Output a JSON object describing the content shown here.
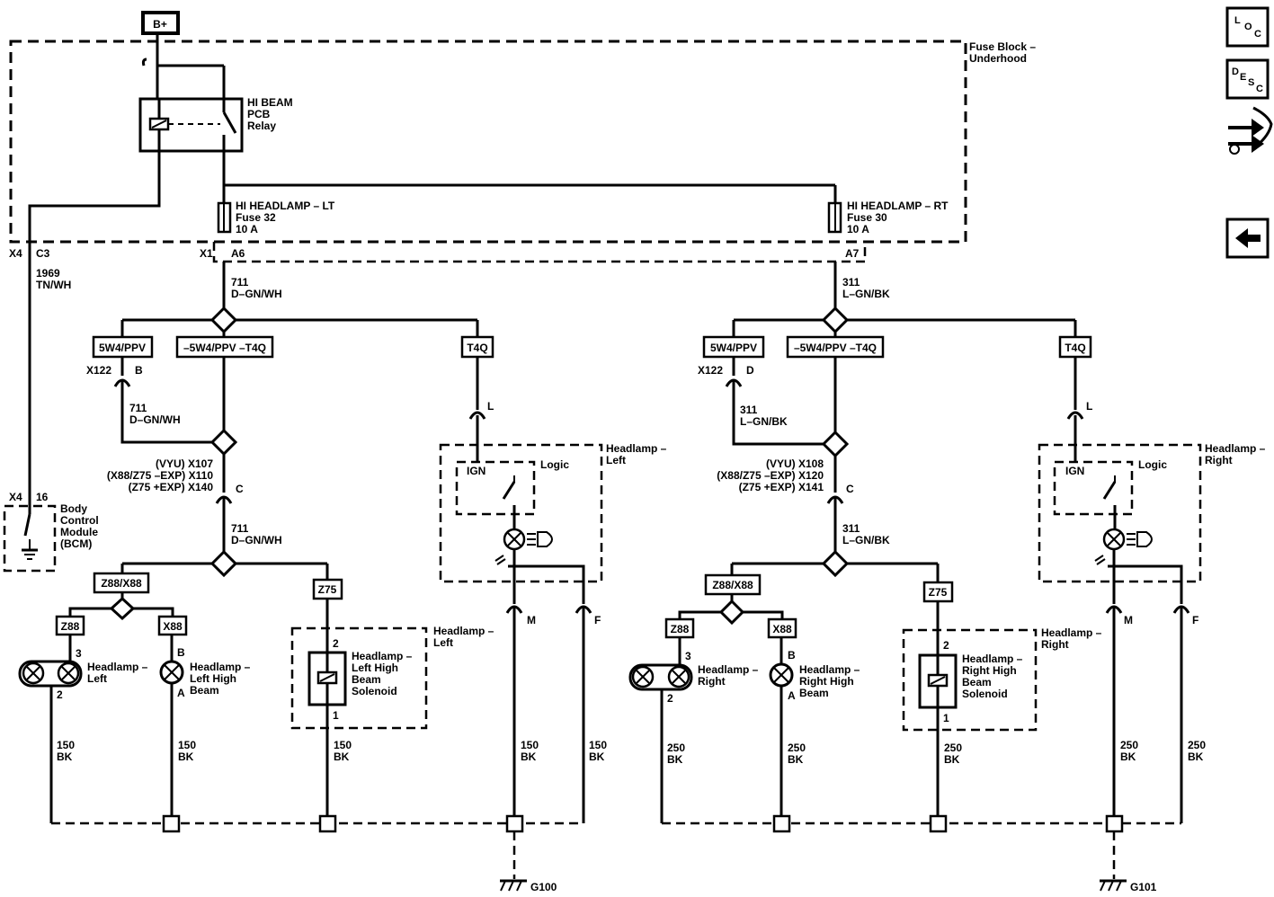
{
  "power": {
    "label": "B+"
  },
  "nav": {
    "loc_letters": [
      "L",
      "O",
      "C"
    ],
    "desc_letters": [
      "D",
      "E",
      "S",
      "C"
    ]
  },
  "fuse_block": {
    "label_line1": "Fuse Block –",
    "label_line2": "Underhood",
    "relay_line1": "HI BEAM",
    "relay_line2": "PCB",
    "relay_line3": "Relay",
    "fuse_lt_line1": "HI HEADLAMP – LT",
    "fuse_lt_line2": "Fuse 32",
    "fuse_lt_line3": "10 A",
    "fuse_rt_line1": "HI HEADLAMP – RT",
    "fuse_rt_line2": "Fuse 30",
    "fuse_rt_line3": "10 A",
    "conn_x4": "X4",
    "pin_c3": "C3",
    "conn_x1": "X1",
    "pin_a6": "A6",
    "pin_a7": "A7"
  },
  "bcm": {
    "conn": "X4",
    "pin": "16",
    "label_line1": "Body",
    "label_line2": "Control",
    "label_line3": "Module",
    "label_line4": "(BCM)"
  },
  "left": {
    "bcm_circuit": "1969",
    "bcm_color": "TN/WH",
    "feed_circuit": "711",
    "feed_color": "D–GN/WH",
    "opt_5w4": "5W4/PPV",
    "opt_not5w4": "–5W4/PPV –T4Q",
    "opt_t4q": "T4Q",
    "x122": "X122",
    "x122_pin": "B",
    "jumper_circuit": "711",
    "jumper_color": "D–GN/WH",
    "inline_line1": "(VYU) X107",
    "inline_line2": "(X88/Z75 –EXP) X110",
    "inline_line3": "(Z75 +EXP) X140",
    "inline_pin": "C",
    "lower_circuit": "711",
    "lower_color": "D–GN/WH",
    "opt_z88x88": "Z88/X88",
    "opt_z88": "Z88",
    "opt_x88": "X88",
    "opt_z75": "Z75",
    "lamp_pin_top": "3",
    "lamp_pin_bottom": "2",
    "lamp_line1": "Headlamp –",
    "lamp_line2": "Left",
    "hb_pin_top": "B",
    "hb_pin_bottom": "A",
    "hb_line1": "Headlamp –",
    "hb_line2": "Left High",
    "hb_line3": "Beam",
    "sol_pin_top": "2",
    "sol_pin_bottom": "1",
    "sol_line1": "Headlamp –",
    "sol_line2": "Left High",
    "sol_line3": "Beam",
    "sol_line4": "Solenoid",
    "sol_box_line1": "Headlamp –",
    "sol_box_line2": "Left",
    "hl_box_line1": "Headlamp –",
    "hl_box_line2": "Left",
    "t4q_pin": "L",
    "ign": "IGN",
    "logic": "Logic",
    "pin_m": "M",
    "pin_f": "F",
    "gnd_circuit": "150",
    "gnd_color": "BK",
    "ground": "G100"
  },
  "right": {
    "feed_circuit": "311",
    "feed_color": "L–GN/BK",
    "opt_5w4": "5W4/PPV",
    "opt_not5w4": "–5W4/PPV –T4Q",
    "opt_t4q": "T4Q",
    "x122": "X122",
    "x122_pin": "D",
    "jumper_circuit": "311",
    "jumper_color": "L–GN/BK",
    "inline_line1": "(VYU) X108",
    "inline_line2": "(X88/Z75 –EXP) X120",
    "inline_line3": "(Z75 +EXP) X141",
    "inline_pin": "C",
    "lower_circuit": "311",
    "lower_color": "L–GN/BK",
    "opt_z88x88": "Z88/X88",
    "opt_z88": "Z88",
    "opt_x88": "X88",
    "opt_z75": "Z75",
    "lamp_pin_top": "3",
    "lamp_pin_bottom": "2",
    "lamp_line1": "Headlamp –",
    "lamp_line2": "Right",
    "hb_pin_top": "B",
    "hb_pin_bottom": "A",
    "hb_line1": "Headlamp –",
    "hb_line2": "Right High",
    "hb_line3": "Beam",
    "sol_pin_top": "2",
    "sol_pin_bottom": "1",
    "sol_line1": "Headlamp –",
    "sol_line2": "Right High",
    "sol_line3": "Beam",
    "sol_line4": "Solenoid",
    "sol_box_line1": "Headlamp –",
    "sol_box_line2": "Right",
    "hl_box_line1": "Headlamp –",
    "hl_box_line2": "Right",
    "t4q_pin": "L",
    "ign": "IGN",
    "logic": "Logic",
    "pin_m": "M",
    "pin_f": "F",
    "gnd_circuit": "250",
    "gnd_color": "BK",
    "ground": "G101"
  }
}
